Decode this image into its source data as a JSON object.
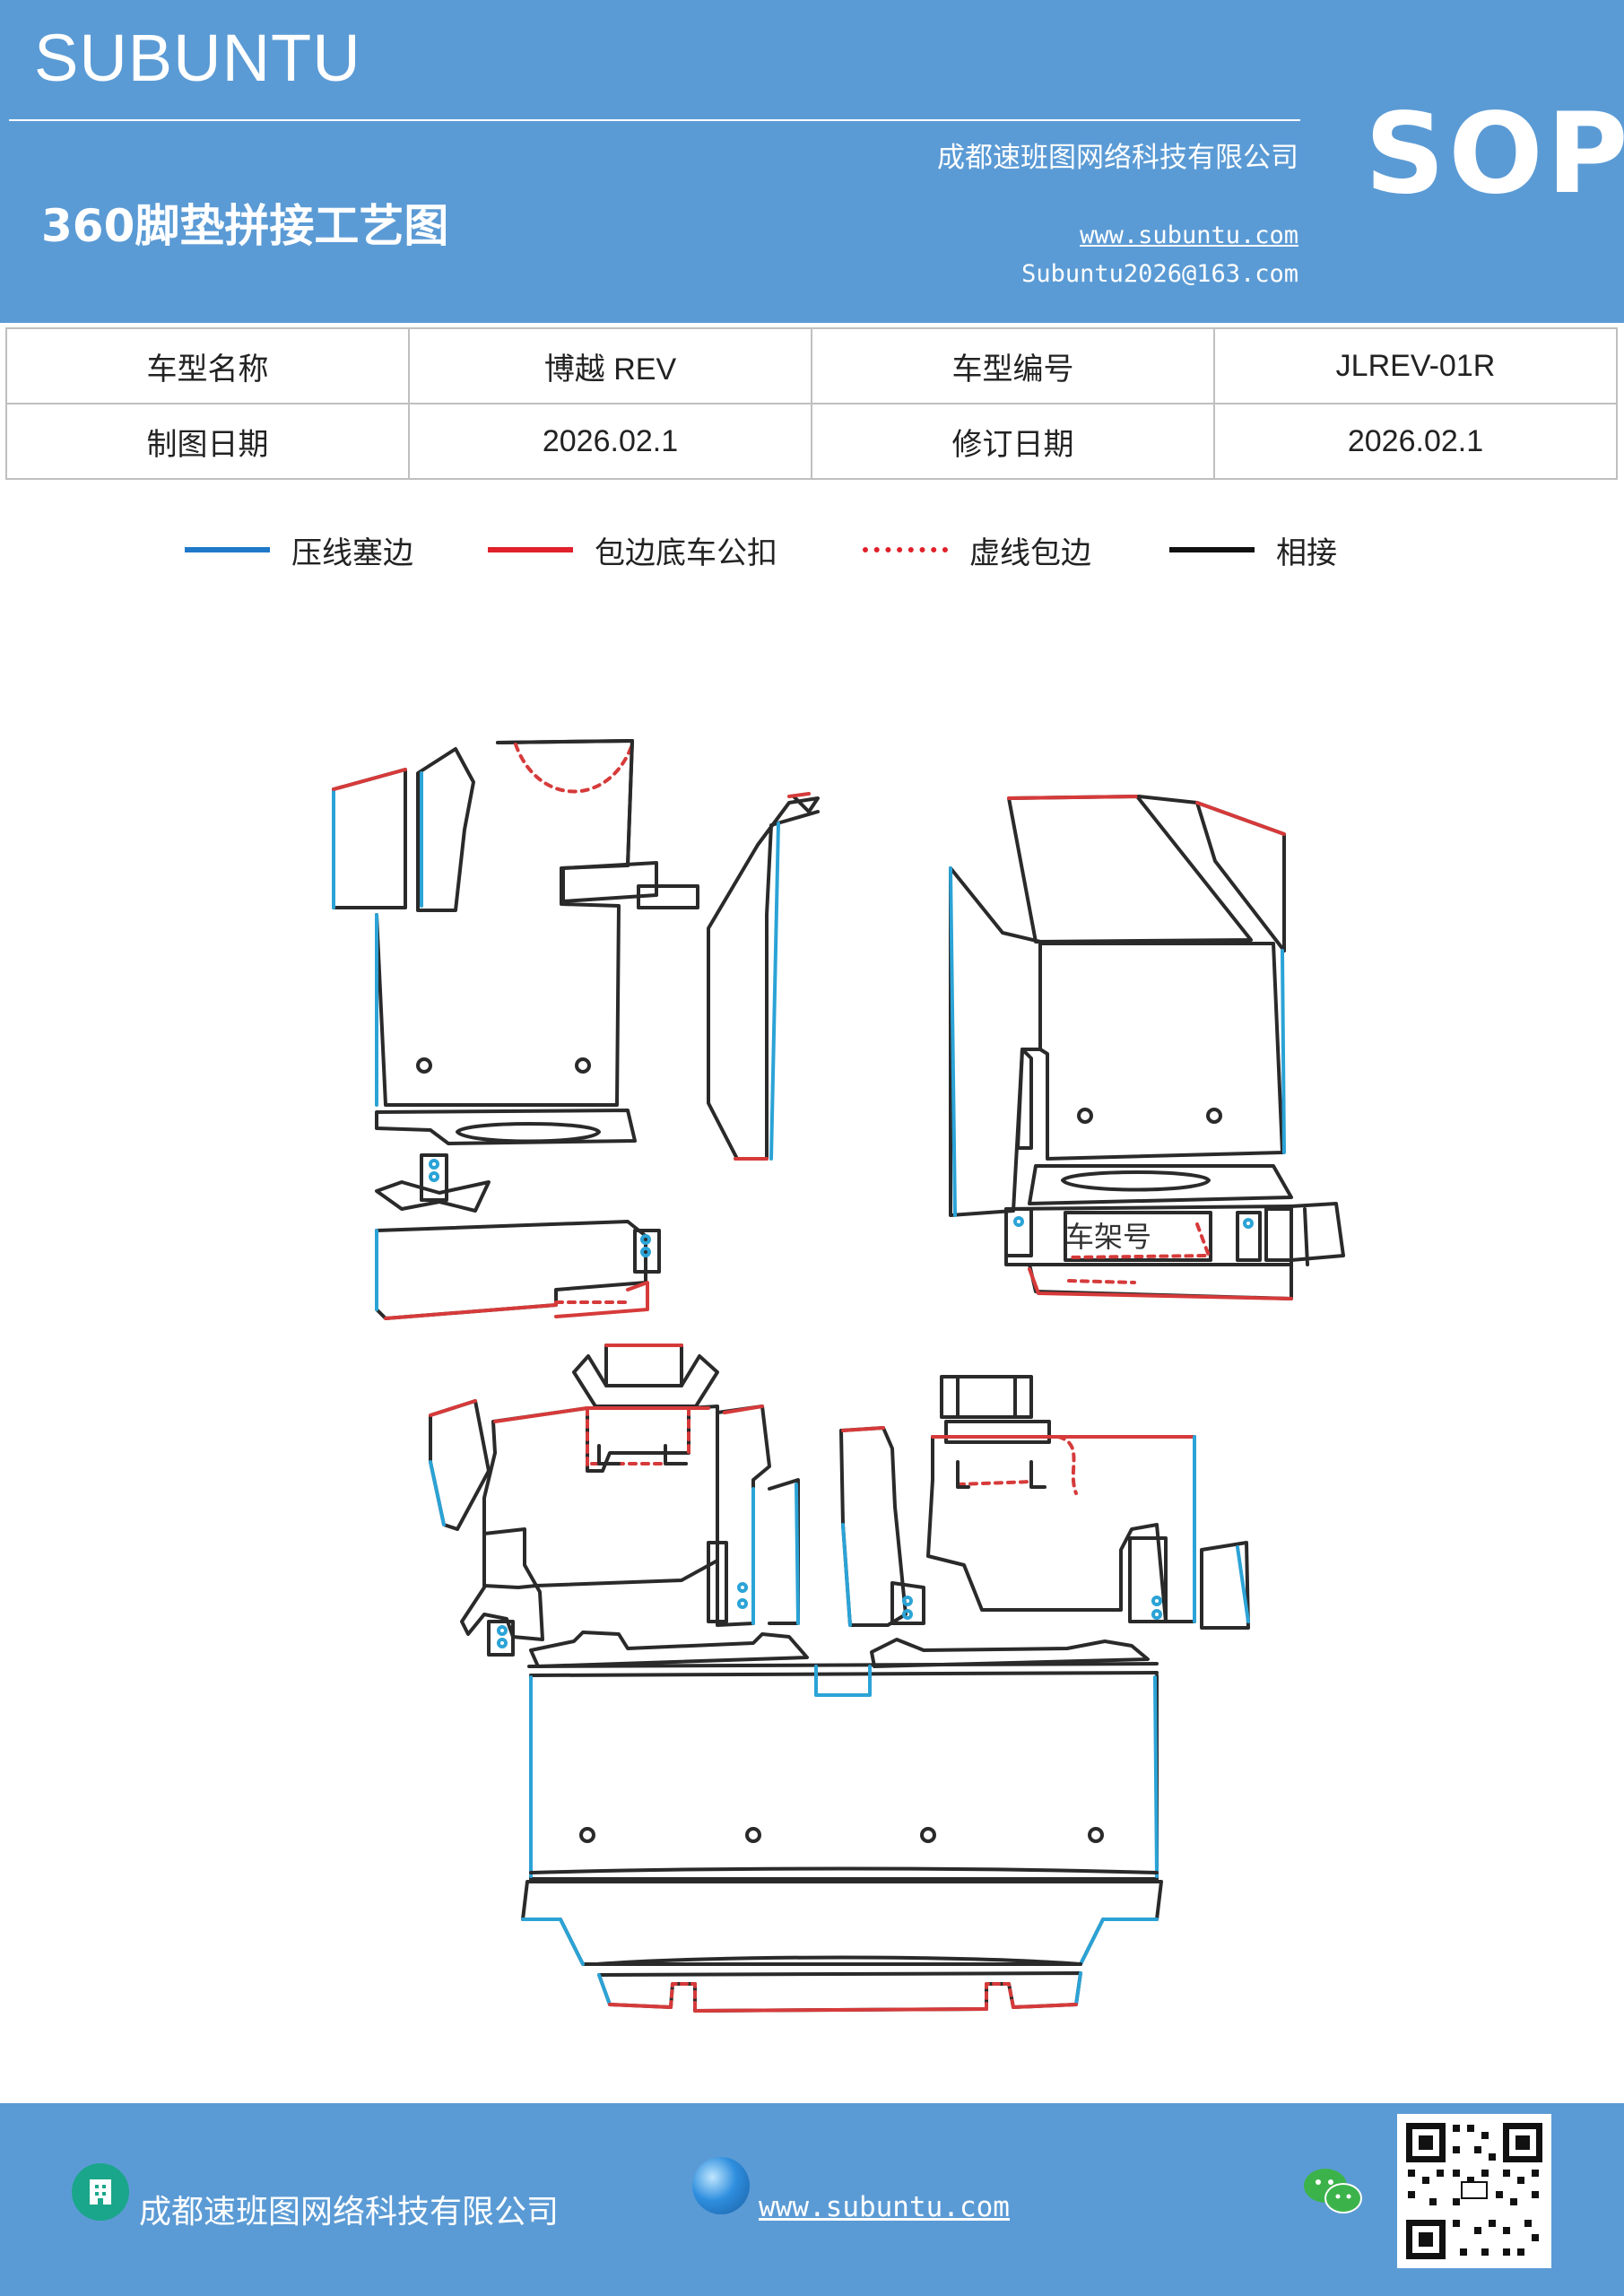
{
  "header": {
    "brand": "SUBUNTU",
    "doc_title": "360脚垫拼接工艺图",
    "company": "成都速班图网络科技有限公司",
    "website": "www.subuntu.com",
    "email": "Subuntu2026@163.com",
    "badge": "SOP",
    "background_color": "#5b9bd5"
  },
  "info_table": {
    "model_name_label": "车型名称",
    "model_name_value": "博越 REV",
    "model_code_label": "车型编号",
    "model_code_value": "JLREV-01R",
    "draw_date_label": "制图日期",
    "draw_date_value": "2026.02.1",
    "revise_date_label": "修订日期",
    "revise_date_value": "2026.02.1"
  },
  "legend": [
    {
      "label": "压线塞边",
      "color": "#1f78c8",
      "style": "solid"
    },
    {
      "label": "包边底车公扣",
      "color": "#e0202a",
      "style": "solid"
    },
    {
      "label": "虚线包边",
      "color": "#e0202a",
      "style": "dotted"
    },
    {
      "label": "相接",
      "color": "#111111",
      "style": "solid"
    }
  ],
  "diagram": {
    "vin_label": "车架号",
    "colors": {
      "press_line": "#2ba3d6",
      "wrap_edge": "#d63a3a",
      "joint": "#2a2a2a"
    }
  },
  "footer": {
    "company": "成都速班图网络科技有限公司",
    "website": "www.subuntu.com",
    "icons": [
      "company-icon",
      "globe-icon",
      "wechat-icon",
      "qr-code"
    ]
  }
}
